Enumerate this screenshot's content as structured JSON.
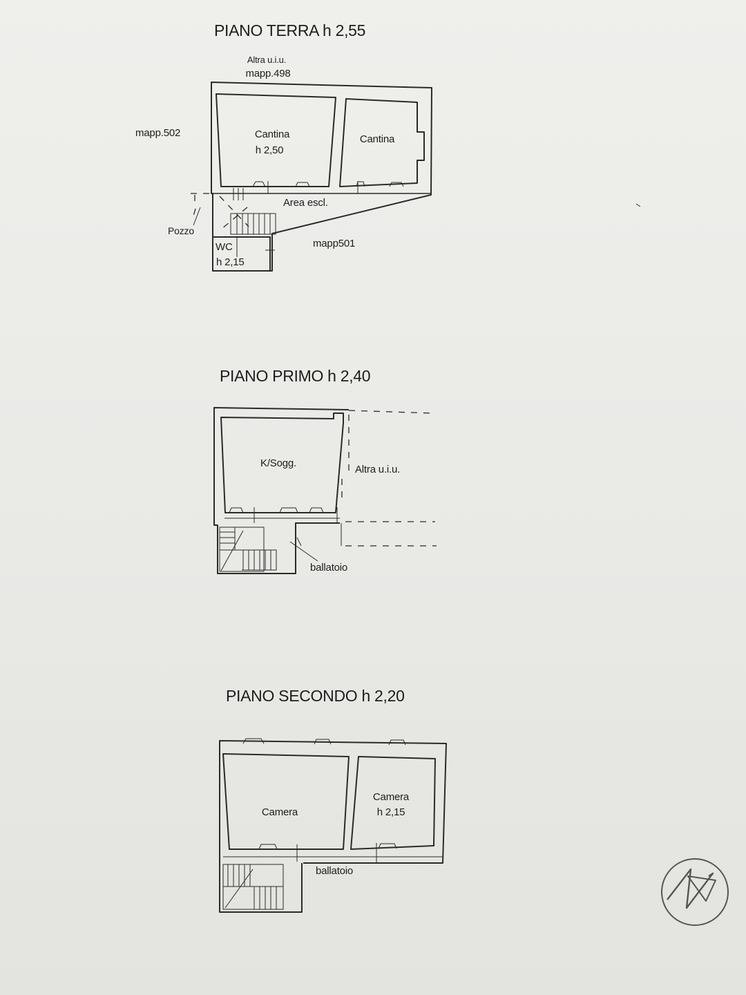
{
  "floors": {
    "ground": {
      "title": "PIANO TERRA h 2,55",
      "labels": {
        "altra": "Altra u.i.u.",
        "mapp498": "mapp.498",
        "mapp502": "mapp.502",
        "cantina1": "Cantina",
        "cantina1_h": "h 2,50",
        "cantina2": "Cantina",
        "area": "Area escl.",
        "pozzo": "Pozzo",
        "wc": "WC",
        "wc_h": "h 2,15",
        "mapp501": "mapp501"
      }
    },
    "first": {
      "title": "PIANO PRIMO h 2,40",
      "labels": {
        "ksogg": "K/Sogg.",
        "altra": "Altra u.i.u.",
        "ballatoio": "ballatoio"
      }
    },
    "second": {
      "title": "PIANO SECONDO h 2,20",
      "labels": {
        "camera1": "Camera",
        "camera2": "Camera",
        "camera2_h": "h 2,15",
        "ballatoio": "ballatoio"
      }
    }
  }
}
